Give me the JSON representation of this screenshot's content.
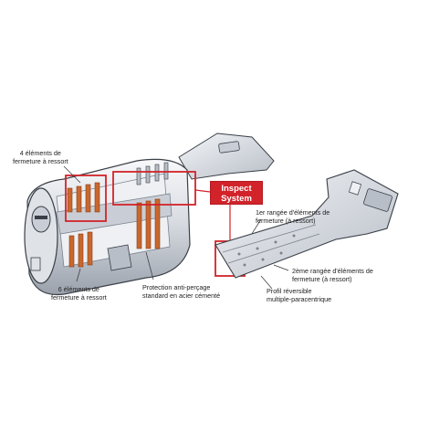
{
  "colors": {
    "accent_red": "#d2232a",
    "metal_light": "#eef0f3",
    "metal_mid": "#c9ced6",
    "metal_dark": "#7b838f",
    "spring_copper": "#c8672e",
    "outline": "#3a3f47"
  },
  "badge": {
    "text": "Inspect\nSystem"
  },
  "labels": {
    "top_left": "4 éléments de\nfermeture à ressort",
    "bottom_left": "6 éléments de\nfermeture à ressort",
    "bottom_center": "Protection anti-perçage\nstandard en acier cémenté",
    "right_top": "1er rangée d'éléments de\nfermeture  (à ressort)",
    "right_mid": "2ème rangée d'éléments de\nfermeture (à ressort)",
    "right_bottom": "Profil réversible\nmultiple-paracentrique"
  }
}
